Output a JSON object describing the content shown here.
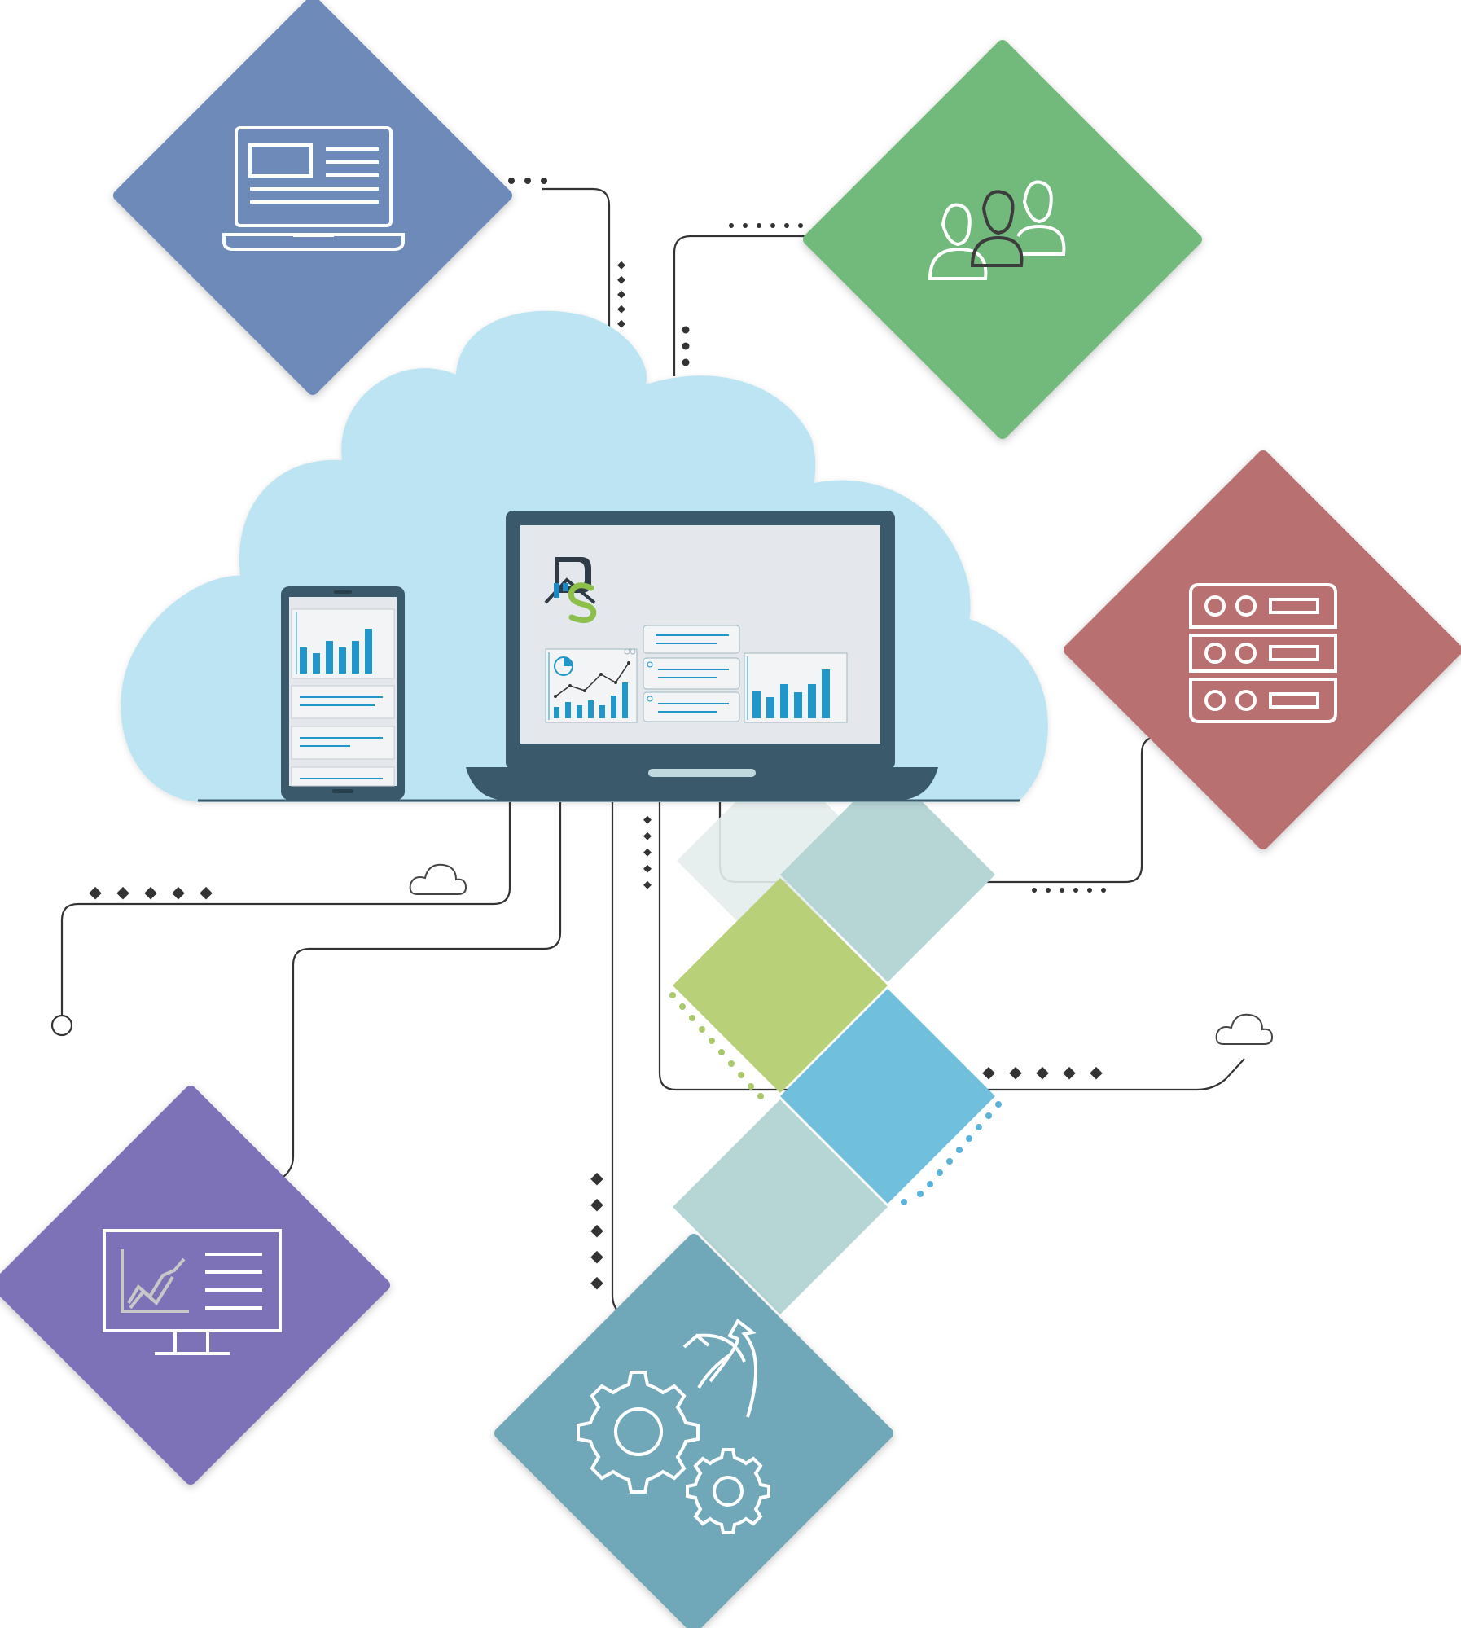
{
  "diagram": {
    "hub": "cloud-platform",
    "screen_logo_letters": [
      "R",
      "S"
    ],
    "nodes": [
      {
        "id": "web-app",
        "icon": "laptop-dashboard-icon",
        "color": "#6E8AB9"
      },
      {
        "id": "users",
        "icon": "users-group-icon",
        "color": "#72B97B"
      },
      {
        "id": "servers",
        "icon": "server-rack-icon",
        "color": "#B97070"
      },
      {
        "id": "analytics",
        "icon": "monitor-chart-icon",
        "color": "#7D72B8"
      },
      {
        "id": "automation",
        "icon": "gears-refresh-icon",
        "color": "#71A8B9"
      }
    ],
    "decorative_tiles": [
      {
        "color": "#E4ECEC"
      },
      {
        "color": "#B6D5D5"
      },
      {
        "color": "#B8D078"
      },
      {
        "color": "#70BFDC"
      },
      {
        "color": "#B6D5D5"
      }
    ],
    "colors": {
      "cloud_fill": "#BDE4F2",
      "device_frame": "#3A5A6B",
      "screen_bg": "#E4E8EC",
      "chart_bar": "#2196C8",
      "connector": "#333333",
      "icon_stroke": "#FFFFFF"
    }
  }
}
